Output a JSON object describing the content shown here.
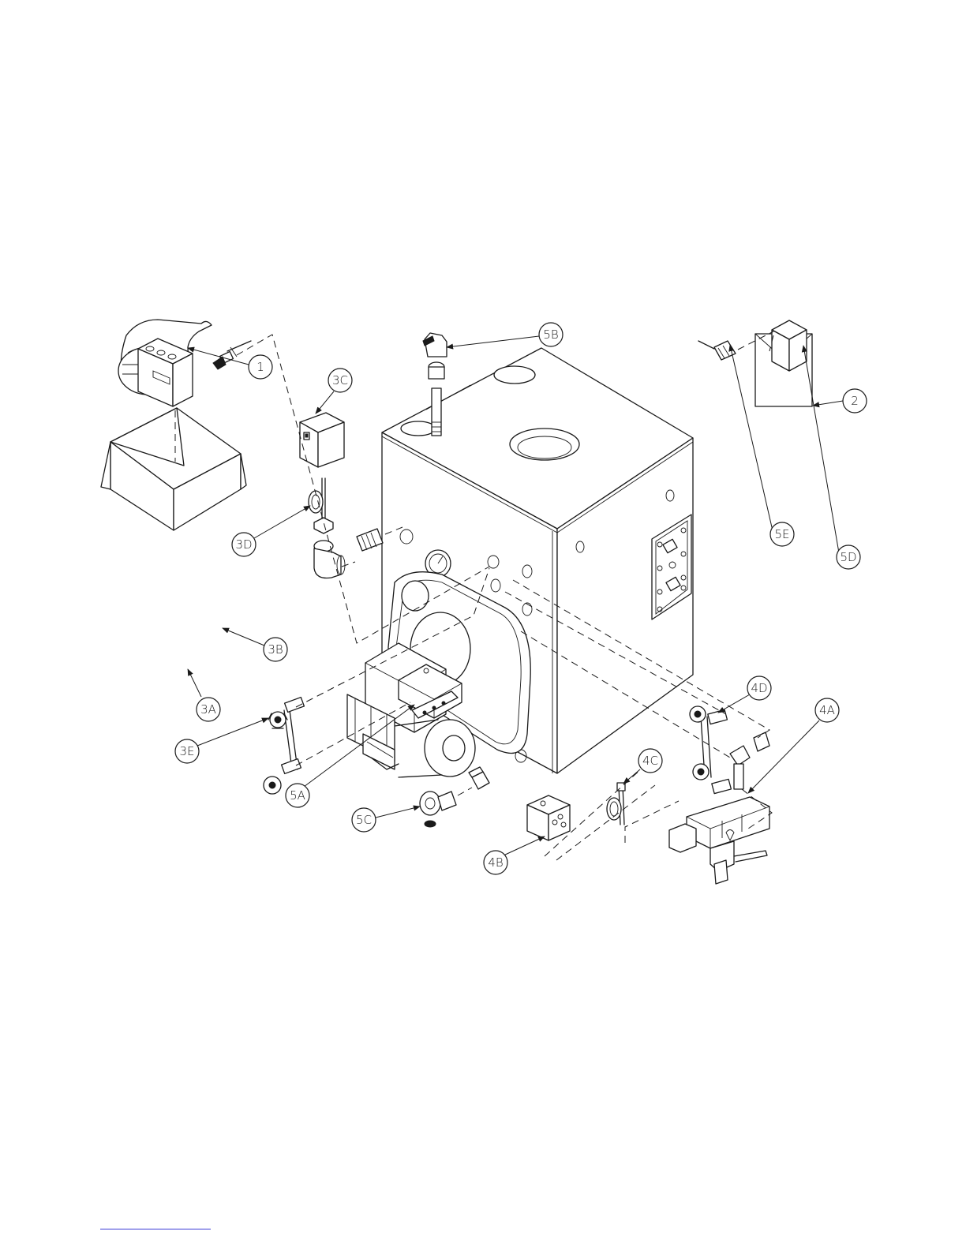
{
  "callouts": {
    "c1": "1",
    "c2": "2",
    "c3a": "3A",
    "c3b": "3B",
    "c3c": "3C",
    "c3d": "3D",
    "c3e": "3E",
    "c4a": "4A",
    "c4b": "4B",
    "c4c": "4C",
    "c4d": "4D",
    "c5a": "5A",
    "c5b": "5B",
    "c5c": "5C",
    "c5d": "5D",
    "c5e": "5E"
  },
  "colors": {
    "line": "#1a1a1a",
    "background": "#ffffff",
    "footer_rule": "#3b3bd6"
  }
}
